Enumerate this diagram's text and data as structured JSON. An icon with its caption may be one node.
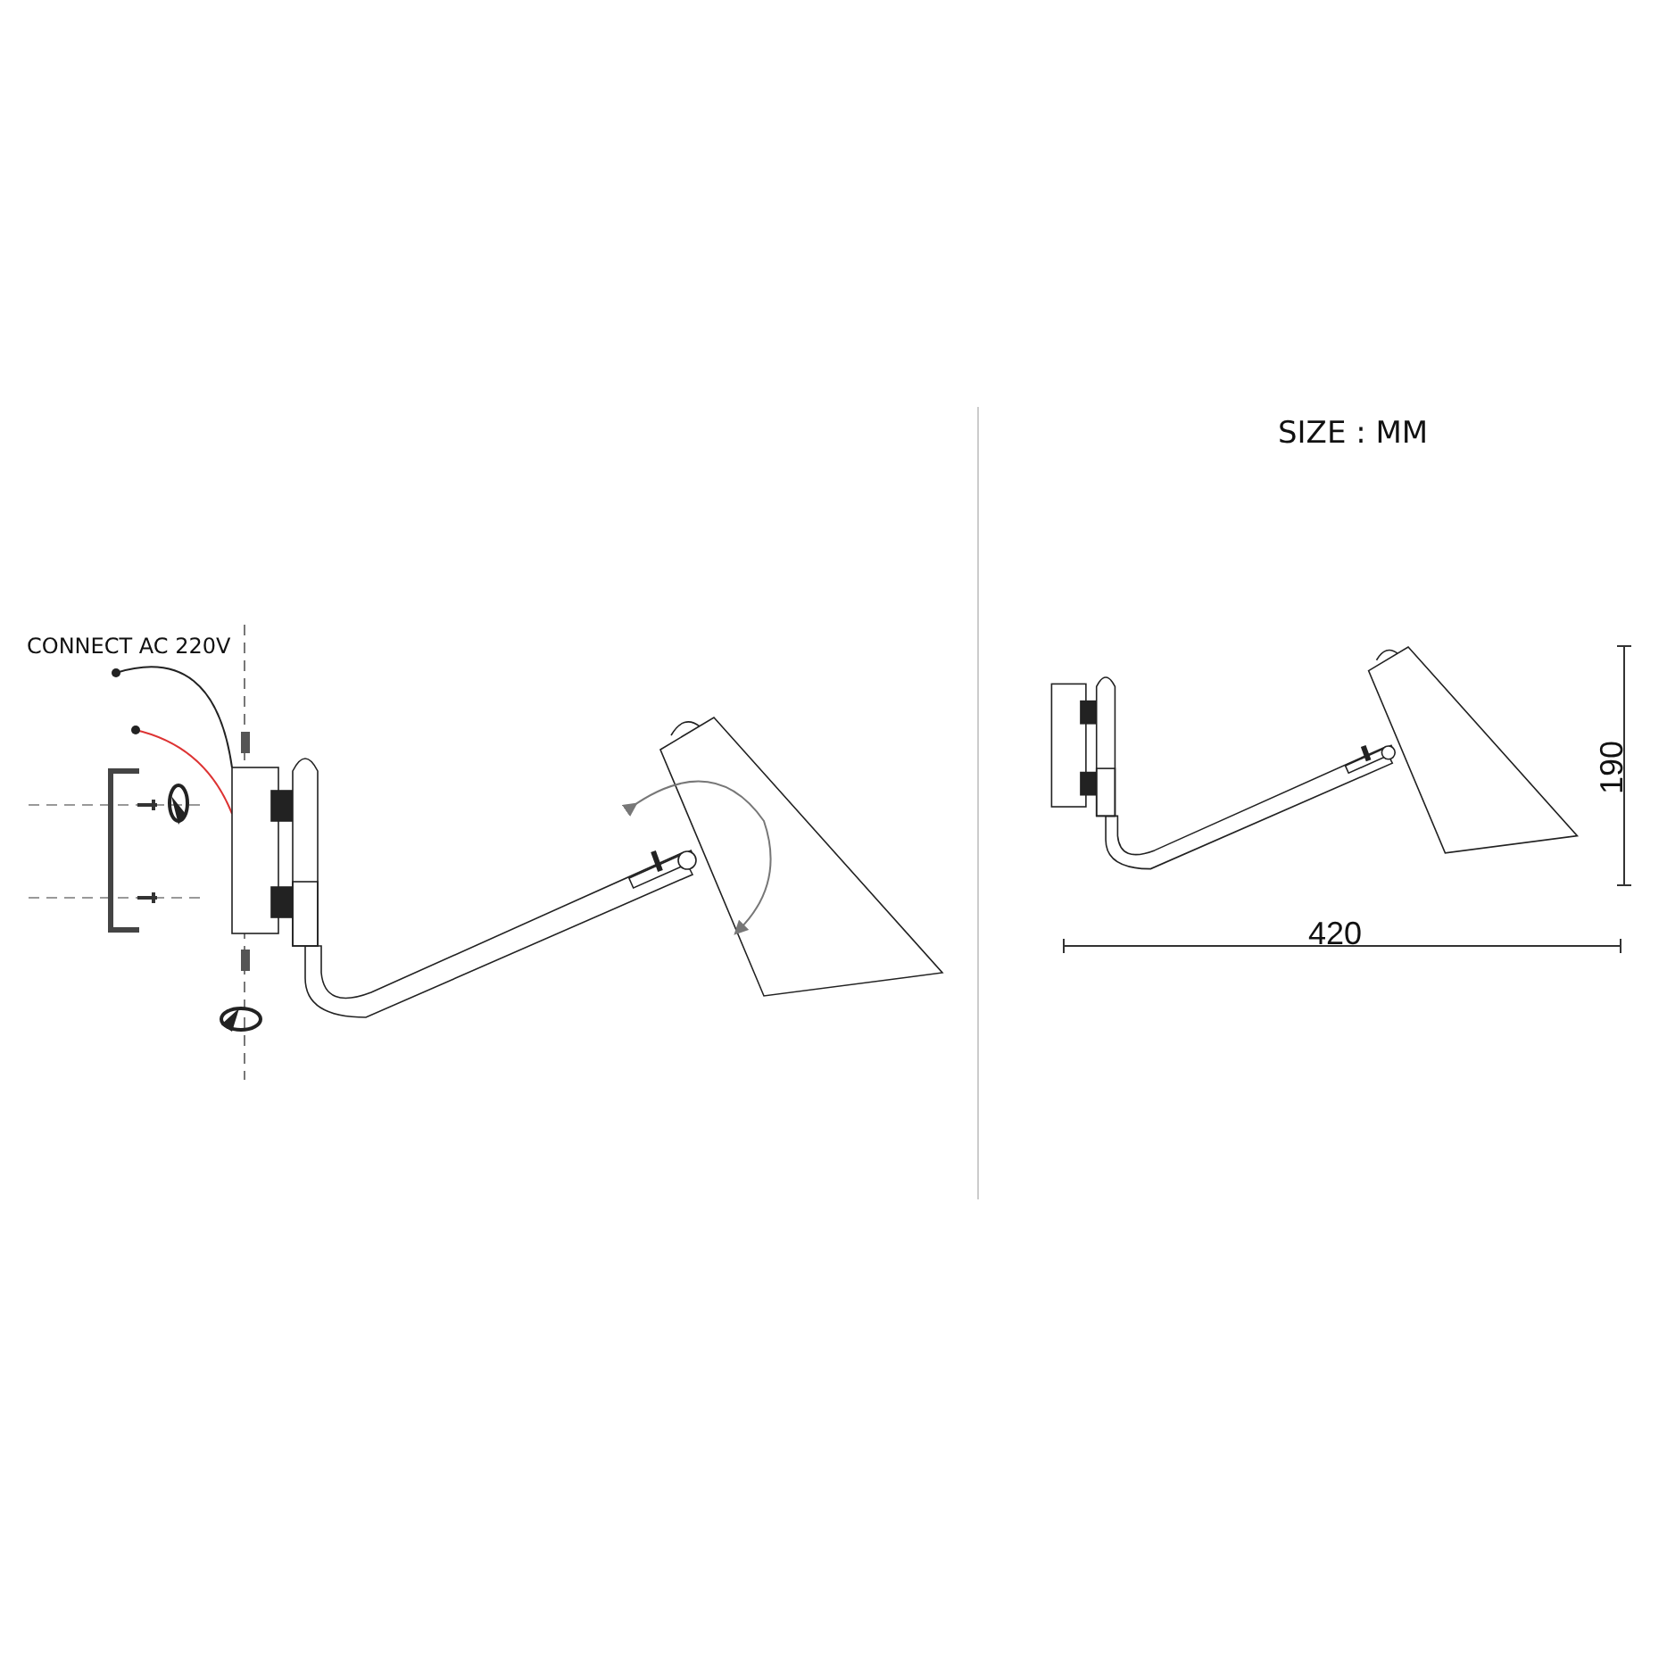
{
  "diagram": {
    "labels": [
      "CONNECT AC 220V",
      "SIZE : MM",
      "420",
      "190"
    ]
  }
}
